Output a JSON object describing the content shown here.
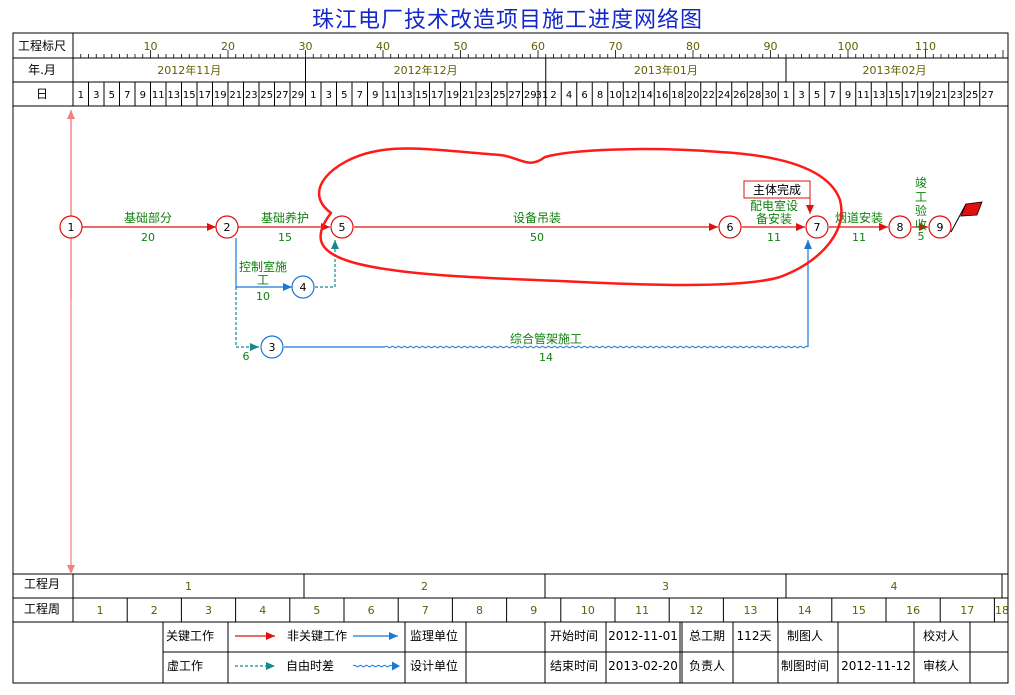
{
  "title": "珠江电厂技术改造项目施工进度网络图",
  "header": {
    "scale_label": "工程标尺",
    "scale_ticks": [
      "10",
      "20",
      "30",
      "40",
      "50",
      "60",
      "70",
      "80",
      "90",
      "100",
      "110"
    ],
    "month_row_label": "年.月",
    "months": [
      "2012年11月",
      "2012年12月",
      "2013年01月",
      "2013年02月"
    ],
    "day_row_label": "日",
    "days": {
      "nov": [
        "1",
        "3",
        "5",
        "7",
        "9",
        "11",
        "13",
        "15",
        "17",
        "19",
        "21",
        "23",
        "25",
        "27",
        "29"
      ],
      "dec": [
        "1",
        "3",
        "5",
        "7",
        "9",
        "11",
        "13",
        "15",
        "17",
        "19",
        "21",
        "23",
        "25",
        "27",
        "29",
        "31"
      ],
      "jan": [
        "2",
        "4",
        "6",
        "8",
        "10",
        "12",
        "14",
        "16",
        "18",
        "20",
        "22",
        "24",
        "26",
        "28",
        "30"
      ],
      "feb": [
        "1",
        "3",
        "5",
        "7",
        "9",
        "11",
        "13",
        "15",
        "17",
        "19",
        "21",
        "23",
        "25",
        "27"
      ]
    }
  },
  "nodes": [
    "1",
    "2",
    "3",
    "4",
    "5",
    "6",
    "7",
    "8",
    "9"
  ],
  "activities": [
    {
      "name": "基础部分",
      "duration": "20",
      "type": "critical"
    },
    {
      "name": "基础养护",
      "duration": "15",
      "type": "critical"
    },
    {
      "name": "设备吊装",
      "duration": "50",
      "type": "critical"
    },
    {
      "name": "配电室设备安装",
      "duration": "11",
      "type": "critical"
    },
    {
      "name": "烟道安装",
      "duration": "11",
      "type": "critical"
    },
    {
      "name": "竣工验收",
      "duration": "5",
      "type": "critical"
    },
    {
      "name": "控制室施工",
      "duration": "10",
      "type": "noncritical"
    },
    {
      "name": "综合管架施工",
      "duration": "14",
      "type": "noncritical"
    },
    {
      "name": "",
      "duration": "6",
      "type": "dummy"
    }
  ],
  "milestone": "主体完成",
  "footer": {
    "month_row_label": "工程月",
    "month_numbers": [
      "1",
      "2",
      "3",
      "4"
    ],
    "week_row_label": "工程周",
    "week_numbers": [
      "1",
      "2",
      "3",
      "4",
      "5",
      "6",
      "7",
      "8",
      "9",
      "10",
      "11",
      "12",
      "13",
      "14",
      "15",
      "16",
      "17",
      "18"
    ]
  },
  "legend": {
    "critical": "关键工作",
    "noncritical": "非关键工作",
    "dummy": "虚工作",
    "free_float": "自由时差",
    "supervisor_label": "监理单位",
    "designer_label": "设计单位",
    "start_label": "开始时间",
    "start_value": "2012-11-01",
    "end_label": "结束时间",
    "end_value": "2013-02-20",
    "duration_label": "总工期",
    "duration_value": "112天",
    "owner_label": "负责人",
    "drawer_label": "制图人",
    "drawdate_label": "制图时间",
    "drawdate_value": "2012-11-12",
    "checker_label": "校对人",
    "reviewer_label": "审核人"
  },
  "colors": {
    "critical": "#e01010",
    "noncritical": "#1a78d8",
    "dummy": "#188888",
    "label_green": "#108010",
    "header_text": "#606000",
    "grid": "#000000",
    "annotation": "#e01010",
    "title": "#1428c8"
  }
}
